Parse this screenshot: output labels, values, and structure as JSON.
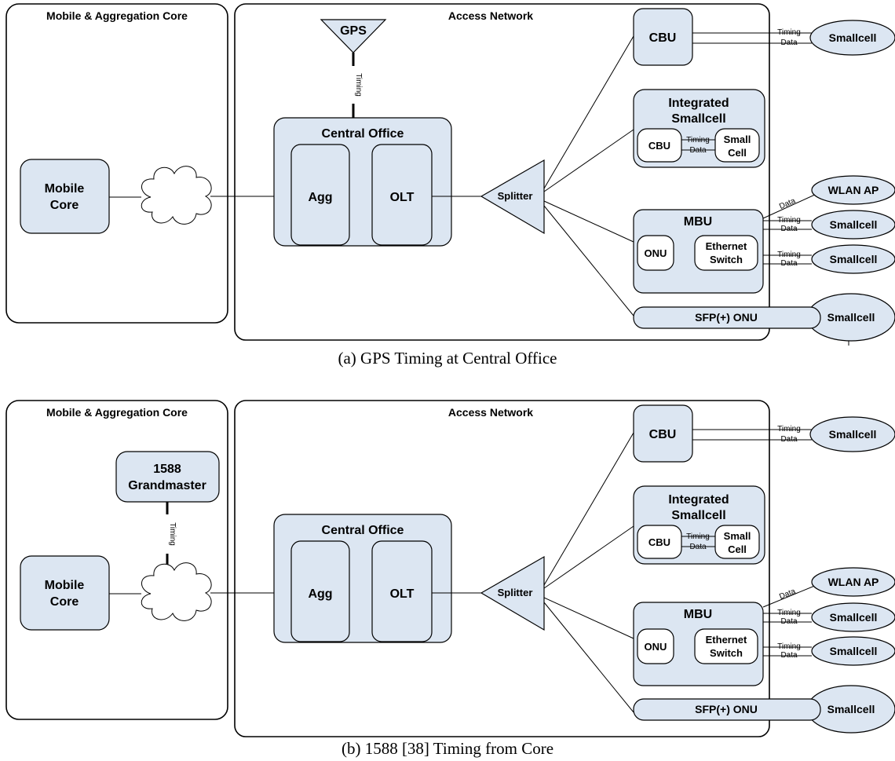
{
  "panel_a": {
    "core_header": "Mobile  & Aggregation Core",
    "access_header": "Access Network",
    "mobile_core": [
      "Mobile",
      "Core"
    ],
    "gps": "GPS",
    "timing_vertical": "Timing",
    "central_office": "Central Office",
    "agg": "Agg",
    "olt": "OLT",
    "splitter": "Splitter",
    "cbu": "CBU",
    "integrated": [
      "Integrated",
      "Smallcell"
    ],
    "inner_cbu": "CBU",
    "small_cell": [
      "Small",
      "Cell"
    ],
    "mbu": "MBU",
    "onu": "ONU",
    "ethernet_switch": [
      "Ethernet",
      "Switch"
    ],
    "sfp_onu": "SFP(+) ONU",
    "smallcell": "Smallcell",
    "wlan_ap": "WLAN AP",
    "timing": "Timing",
    "data": "Data",
    "caption": "(a)  GPS Timing at Central Office"
  },
  "panel_b": {
    "core_header": "Mobile  & Aggregation Core",
    "access_header": "Access Network",
    "mobile_core": [
      "Mobile",
      "Core"
    ],
    "grandmaster": [
      "1588",
      "Grandmaster"
    ],
    "timing_vertical": "Timing",
    "central_office": "Central Office",
    "agg": "Agg",
    "olt": "OLT",
    "splitter": "Splitter",
    "cbu": "CBU",
    "integrated": [
      "Integrated",
      "Smallcell"
    ],
    "inner_cbu": "CBU",
    "small_cell": [
      "Small",
      "Cell"
    ],
    "mbu": "MBU",
    "onu": "ONU",
    "ethernet_switch": [
      "Ethernet",
      "Switch"
    ],
    "sfp_onu": "SFP(+) ONU",
    "smallcell": "Smallcell",
    "wlan_ap": "WLAN AP",
    "timing": "Timing",
    "data": "Data",
    "caption": "(b)  1588 [38] Timing from Core"
  },
  "colors": {
    "node_fill": "#dce6f2",
    "stroke": "#000000"
  }
}
